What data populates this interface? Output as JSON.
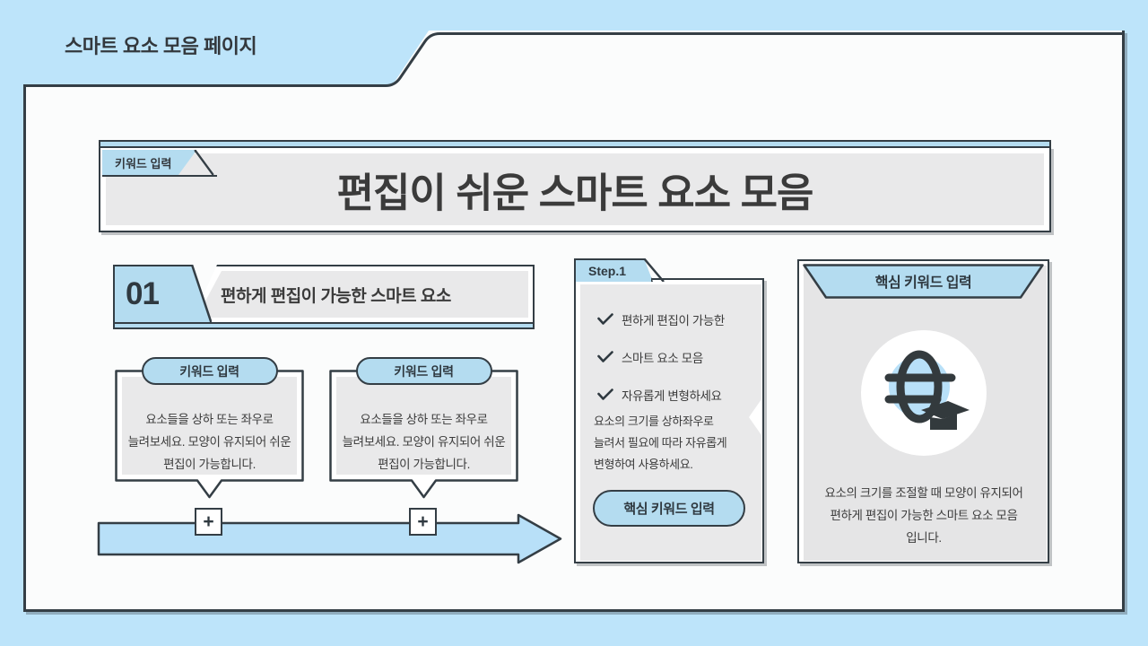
{
  "page": {
    "header_label": "스마트 요소 모음 페이지",
    "background_color": "#bde4fa",
    "accent_color": "#b4dcf0",
    "outline_color": "#343e45"
  },
  "title_banner": {
    "tab_label": "키워드 입력",
    "title": "편집이 쉬운 스마트 요소 모음"
  },
  "section": {
    "number": "01",
    "label": "편하게 편집이 가능한 스마트 요소"
  },
  "bubbles": [
    {
      "pill_label": "키워드 입력",
      "body": "요소들을 상하 또는 좌우로 늘려보세요. 모양이 유지되어 쉬운 편집이 가능합니다."
    },
    {
      "pill_label": "키워드 입력",
      "body": "요소들을 상하 또는 좌우로 늘려보세요. 모양이 유지되어 쉬운 편집이 가능합니다."
    }
  ],
  "arrow": {
    "plus_symbol": "+",
    "plus_count": 2
  },
  "step_panel": {
    "tab_label": "Step.1",
    "checklist": [
      "편하게 편집이 가능한",
      "스마트 요소 모음",
      "자유롭게 변형하세요"
    ],
    "body": "요소의 크기를 상하좌우로 늘려서 필요에 따라 자유롭게 변형하여 사용하세요.",
    "button_label": "핵심 키워드 입력"
  },
  "key_panel": {
    "banner_label": "핵심 키워드 입력",
    "icon_name": "globe-graduation-cap-icon",
    "body": "요소의 크기를 조절할 때 모양이 유지되어 편하게 편집이 가능한 스마트 요소 모음 입니다."
  }
}
